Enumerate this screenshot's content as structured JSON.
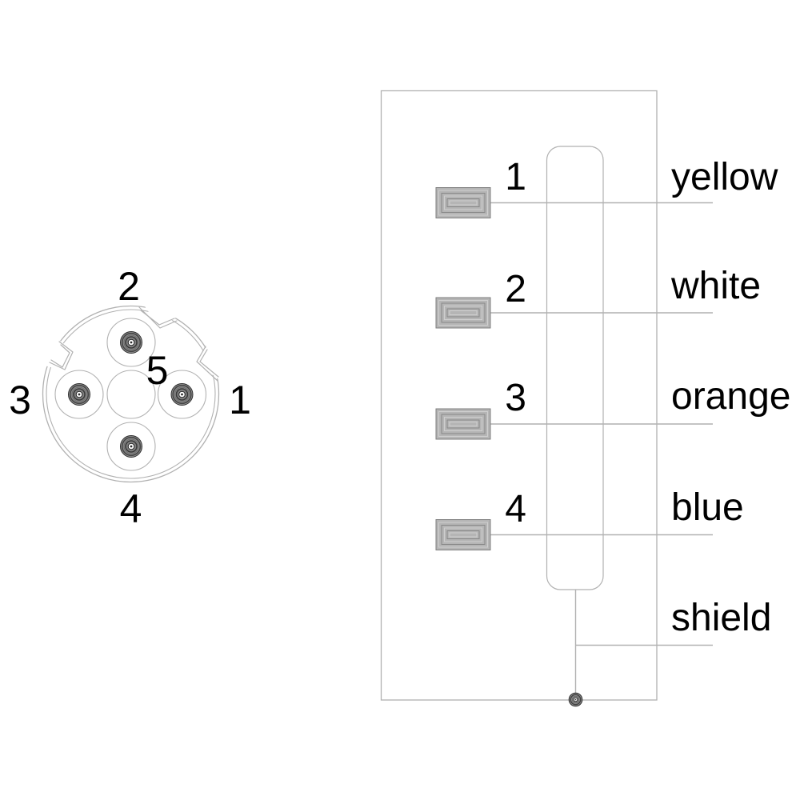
{
  "connector_face": {
    "pins": [
      {
        "label": "1"
      },
      {
        "label": "2"
      },
      {
        "label": "3"
      },
      {
        "label": "4"
      },
      {
        "label": "5"
      }
    ]
  },
  "wiring_diagram": {
    "terminals": [
      {
        "pin": "1",
        "wire": "yellow"
      },
      {
        "pin": "2",
        "wire": "white"
      },
      {
        "pin": "3",
        "wire": "orange"
      },
      {
        "pin": "4",
        "wire": "blue"
      }
    ],
    "shield": {
      "label": "shield"
    }
  },
  "colors": {
    "line": "#b1b1b1",
    "text": "#000000",
    "pad_fill": "#b5b5b5"
  }
}
